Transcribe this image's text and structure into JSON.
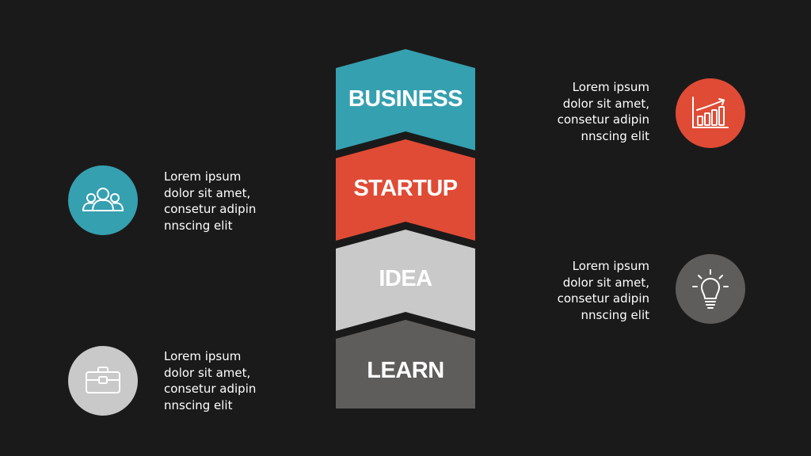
{
  "colors": {
    "background": "#1b1a1a",
    "teal": "#35a0b0",
    "red": "#e04b35",
    "light_gray": "#c8c9c8",
    "dark_gray": "#5f5d5c"
  },
  "stages": [
    {
      "label": "BUSINESS",
      "color": "#35a0b0"
    },
    {
      "label": "STARTUP",
      "color": "#e04b35"
    },
    {
      "label": "IDEA",
      "color": "#c8c9c8"
    },
    {
      "label": "LEARN",
      "color": "#5f5d5c"
    }
  ],
  "callouts": {
    "people": {
      "icon": "people-icon",
      "color": "#35a0b0",
      "lines": [
        "Lorem ipsum",
        "dolor sit amet,",
        "consetur adipin",
        "nnscing elit"
      ]
    },
    "briefcase": {
      "icon": "briefcase-icon",
      "color": "#c8c9c8",
      "lines": [
        "Lorem ipsum",
        "dolor sit amet,",
        "consetur adipin",
        "nnscing elit"
      ]
    },
    "chart": {
      "icon": "growth-chart-icon",
      "color": "#e04b35",
      "lines": [
        "Lorem ipsum",
        "dolor sit amet,",
        "consetur adipin",
        "nnscing elit"
      ]
    },
    "bulb": {
      "icon": "lightbulb-icon",
      "color": "#5f5d5c",
      "lines": [
        "Lorem ipsum",
        "dolor sit amet,",
        "consetur adipin",
        "nnscing elit"
      ]
    }
  }
}
